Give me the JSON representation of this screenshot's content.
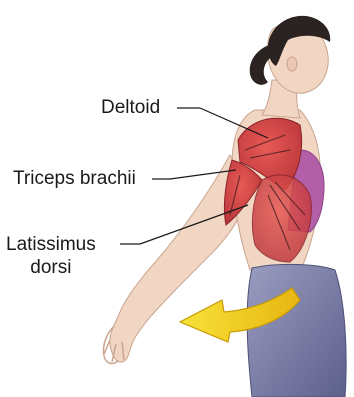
{
  "labels": {
    "deltoid": "Deltoid",
    "triceps": "Triceps brachii",
    "latissimus_line1": "Latissimus",
    "latissimus_line2": "dorsi"
  },
  "colors": {
    "skin": "#f2d6c4",
    "muscle": "#d9474a",
    "top": "#b25fa8",
    "pants": "#7d80a8",
    "hair": "#2b2321",
    "arrow": "#f2d21a"
  },
  "icons": {
    "motion_arrow": "curved-arrow-left"
  }
}
